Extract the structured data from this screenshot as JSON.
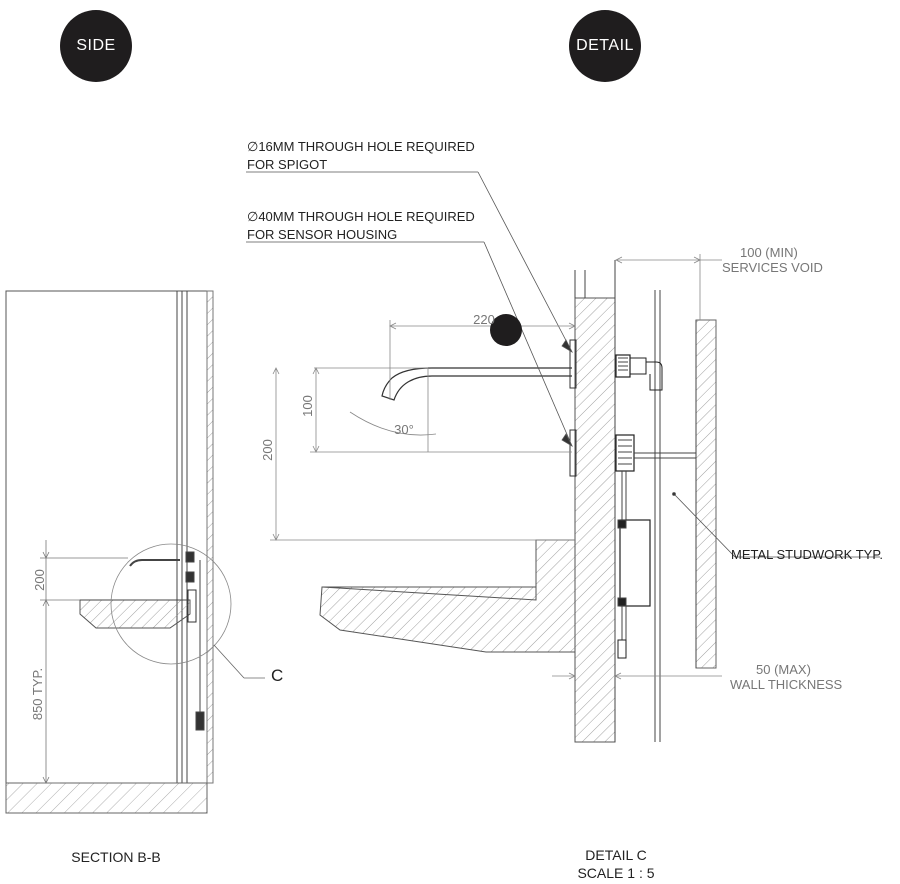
{
  "badges": {
    "side": "SIDE",
    "detail": "DETAIL"
  },
  "section": {
    "caption": "SECTION B-B",
    "dims": {
      "d200": "200",
      "d850": "850 TYP."
    },
    "callout": "C"
  },
  "detail": {
    "caption_line1": "DETAIL C",
    "caption_line2": "SCALE 1 : 5",
    "notes": {
      "spigot_line1": "∅16MM THROUGH HOLE REQUIRED",
      "spigot_line2": "FOR SPIGOT",
      "sensor_line1": "∅40MM THROUGH HOLE REQUIRED",
      "sensor_line2": "FOR SENSOR HOUSING",
      "studwork": "METAL STUDWORK TYP."
    },
    "dims": {
      "d220": "220",
      "d100": "100",
      "d200": "200",
      "angle": "30°",
      "void_line1": "100 (MIN)",
      "void_line2": "SERVICES VOID",
      "wall_line1": "50 (MAX)",
      "wall_line2": "WALL THICKNESS"
    }
  }
}
